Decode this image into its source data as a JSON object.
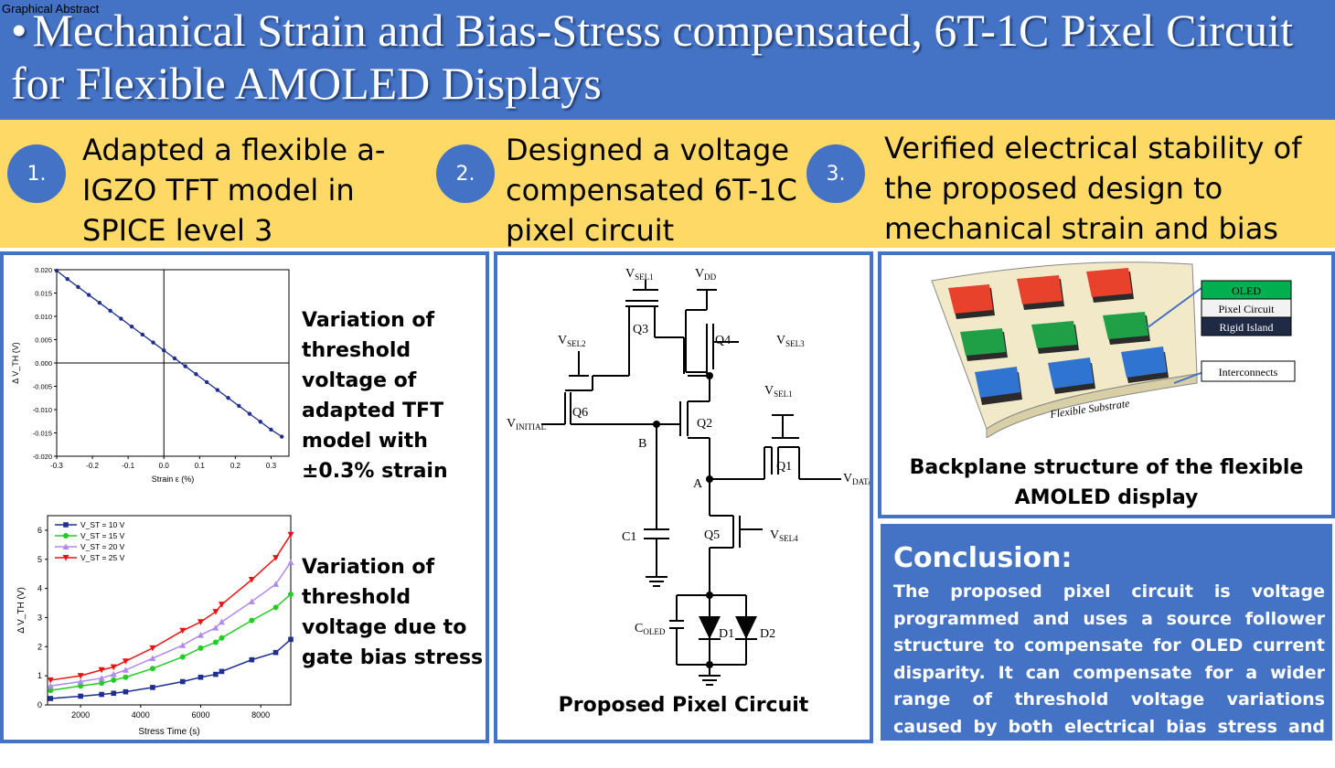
{
  "header": {
    "tag": "Graphical Abstract",
    "bullet": "•",
    "title": "Mechanical Strain and Bias-Stress compensated, 6T-1C Pixel Circuit for Flexible AMOLED Displays"
  },
  "steps": [
    {
      "num": "1.",
      "text": "Adapted a flexible a-IGZO TFT model in SPICE level 3"
    },
    {
      "num": "2.",
      "text": "Designed a voltage compensated 6T-1C pixel circuit"
    },
    {
      "num": "3.",
      "text": "Verified electrical stability of the proposed design to mechanical strain and bias stress"
    }
  ],
  "left": {
    "caption1": "Variation of threshold voltage of adapted TFT model with ±0.3% strain",
    "caption2": "Variation of threshold voltage due to gate bias stress"
  },
  "middle": {
    "caption": "Proposed Pixel Circuit",
    "labels": {
      "vsel1_top": "V",
      "vsel1_top_sub": "SEL1",
      "vdd": "V",
      "vdd_sub": "DD",
      "vsel2": "V",
      "vsel2_sub": "SEL2",
      "vsel3": "V",
      "vsel3_sub": "SEL3",
      "vsel1_right": "V",
      "vsel1_right_sub": "SEL1",
      "vinitial": "V",
      "vinitial_sub": "INITIAL",
      "vdata": "V",
      "vdata_sub": "DATA",
      "vsel4": "V",
      "vsel4_sub": "SEL4",
      "coled": "C",
      "coled_sub": "OLED",
      "q1": "Q1",
      "q2": "Q2",
      "q3": "Q3",
      "q4": "Q4",
      "q5": "Q5",
      "q6": "Q6",
      "c1": "C1",
      "d1": "D1",
      "d2": "D2",
      "node_a": "A",
      "node_b": "B"
    }
  },
  "right": {
    "caption": "Backplane structure of the flexible AMOLED display",
    "legend": {
      "oled": "OLED",
      "pixel": "Pixel Circuit",
      "rigid": "Rigid Island",
      "interconnects": "Interconnects"
    },
    "substrate": "Flexible Substrate",
    "colors": {
      "oled": "#00b050",
      "pixel": "#f2f2f2",
      "rigid": "#1f2a44"
    }
  },
  "conclusion": {
    "heading": "Conclusion:",
    "body": "The proposed pixel circuit is voltage programmed and uses a source follower structure to compensate for OLED current disparity. It can compensate for a wider range of threshold voltage variations caused by both electrical bias stress and mechanical strain."
  },
  "chart_data": [
    {
      "type": "line",
      "xlabel": "Strain ε (%)",
      "ylabel": "Δ V_TH (V)",
      "xlim": [
        -0.3,
        0.35
      ],
      "ylim": [
        -0.02,
        0.02
      ],
      "xticks": [
        "-0.3",
        "-0.2",
        "-0.1",
        "0.0",
        "0.1",
        "0.2",
        "0.3"
      ],
      "yticks": [
        "0.020",
        "0.015",
        "0.010",
        "0.005",
        "0.000",
        "-0.005",
        "-0.010",
        "-0.015",
        "-0.020"
      ],
      "series": [
        {
          "x": [
            -0.3,
            -0.27,
            -0.24,
            -0.21,
            -0.18,
            -0.15,
            -0.12,
            -0.09,
            -0.06,
            -0.03,
            0.0,
            0.03,
            0.06,
            0.09,
            0.12,
            0.15,
            0.18,
            0.21,
            0.24,
            0.27,
            0.3,
            0.33
          ],
          "y": [
            0.0198,
            0.018,
            0.0163,
            0.0146,
            0.0129,
            0.0112,
            0.0095,
            0.0078,
            0.0061,
            0.0044,
            0.0027,
            0.001,
            -0.0007,
            -0.0024,
            -0.0041,
            -0.0058,
            -0.0075,
            -0.0092,
            -0.0109,
            -0.0126,
            -0.0143,
            -0.0158
          ],
          "color": "#1f2f8f"
        }
      ]
    },
    {
      "type": "line",
      "xlabel": "Stress Time (s)",
      "ylabel": "Δ V_TH (V)",
      "xlim": [
        900,
        9000
      ],
      "ylim": [
        0,
        6.5
      ],
      "xticks": [
        "2000",
        "4000",
        "6000",
        "8000"
      ],
      "yticks": [
        "0",
        "1",
        "2",
        "3",
        "4",
        "5",
        "6"
      ],
      "x": [
        1000,
        2000,
        2700,
        3100,
        3500,
        4400,
        5400,
        6000,
        6500,
        6700,
        7700,
        8500,
        9000
      ],
      "series": [
        {
          "name": "V_ST = 10 V",
          "color": "#1f2f8f",
          "marker": "square",
          "values": [
            0.22,
            0.3,
            0.36,
            0.4,
            0.45,
            0.6,
            0.8,
            0.95,
            1.05,
            1.15,
            1.55,
            1.8,
            2.25
          ]
        },
        {
          "name": "V_ST = 15 V",
          "color": "#22cc22",
          "marker": "circle",
          "values": [
            0.5,
            0.65,
            0.75,
            0.85,
            0.95,
            1.25,
            1.65,
            1.95,
            2.15,
            2.3,
            2.9,
            3.35,
            3.8
          ]
        },
        {
          "name": "V_ST = 20 V",
          "color": "#b088f0",
          "marker": "triangle-up",
          "values": [
            0.65,
            0.8,
            0.92,
            1.05,
            1.2,
            1.6,
            2.05,
            2.4,
            2.65,
            2.85,
            3.55,
            4.15,
            4.9
          ]
        },
        {
          "name": "V_ST = 25 V",
          "color": "#ee1111",
          "marker": "triangle-down",
          "values": [
            0.85,
            1.0,
            1.2,
            1.3,
            1.5,
            1.95,
            2.55,
            2.85,
            3.2,
            3.45,
            4.3,
            5.05,
            5.85
          ]
        }
      ]
    }
  ]
}
